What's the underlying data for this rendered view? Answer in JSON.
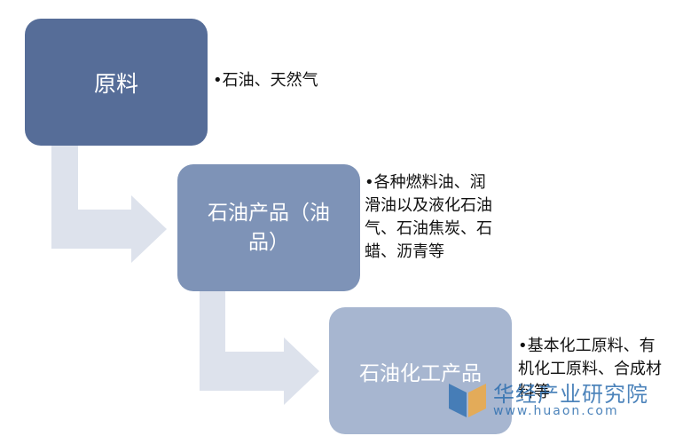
{
  "boxes": [
    {
      "label": "原料"
    },
    {
      "label": "石油产品（油品）"
    },
    {
      "label": "石油化工产品"
    }
  ],
  "descriptions": [
    {
      "text": "•石油、天然气"
    },
    {
      "text": "•各种燃料油、润滑油以及液化石油气、石油焦炭、石蜡、沥青等"
    },
    {
      "text": "•基本化工原料、有机化工原料、合成材料等"
    }
  ],
  "watermark": {
    "name": "华经产业研究院",
    "url": "www.huaon.com"
  },
  "colors": {
    "box1": "#566d98",
    "box2": "#7e93b7",
    "box3": "#a7b6d0",
    "arrow": "#dde2ec",
    "watermark": "#2e6fb0"
  }
}
